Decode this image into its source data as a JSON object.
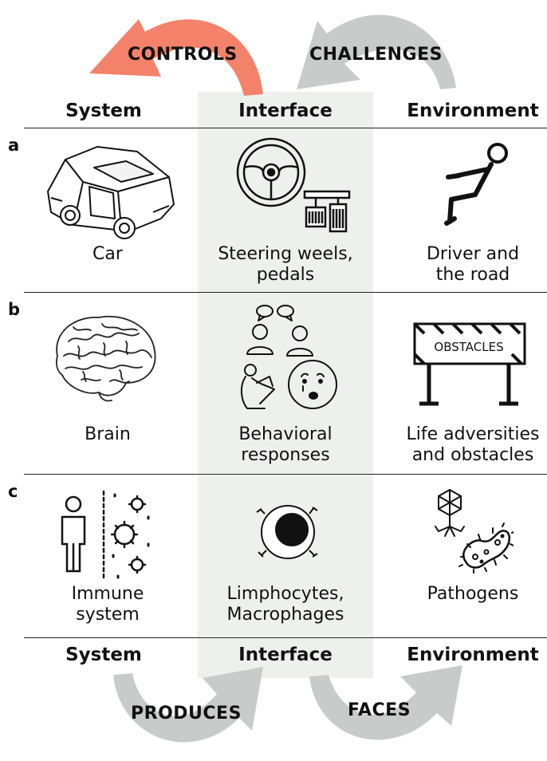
{
  "arrows": {
    "controls": "CONTROLS",
    "challenges": "CHALLENGES",
    "produces": "PRODUCES",
    "faces": "FACES",
    "controls_color": "#f4826b",
    "grey_color": "#c9cbcb"
  },
  "headers_top": {
    "system": "System",
    "interface": "Interface",
    "environment": "Environment"
  },
  "headers_bottom": {
    "system": "System",
    "interface": "Interface",
    "environment": "Environment"
  },
  "rows": [
    {
      "letter": "a",
      "system": "Car",
      "interface_1": "Steering weels,",
      "interface_2": "pedals",
      "environment_1": "Driver and",
      "environment_2": "the road"
    },
    {
      "letter": "b",
      "system": "Brain",
      "interface_1": "Behavioral",
      "interface_2": "responses",
      "environment_1": "Life adversities",
      "environment_2": "and obstacles",
      "sign_text": "OBSTACLES"
    },
    {
      "letter": "c",
      "system_1": "Immune",
      "system_2": "system",
      "interface_1": "Limphocytes,",
      "interface_2": "Macrophages",
      "environment": "Pathogens"
    }
  ]
}
